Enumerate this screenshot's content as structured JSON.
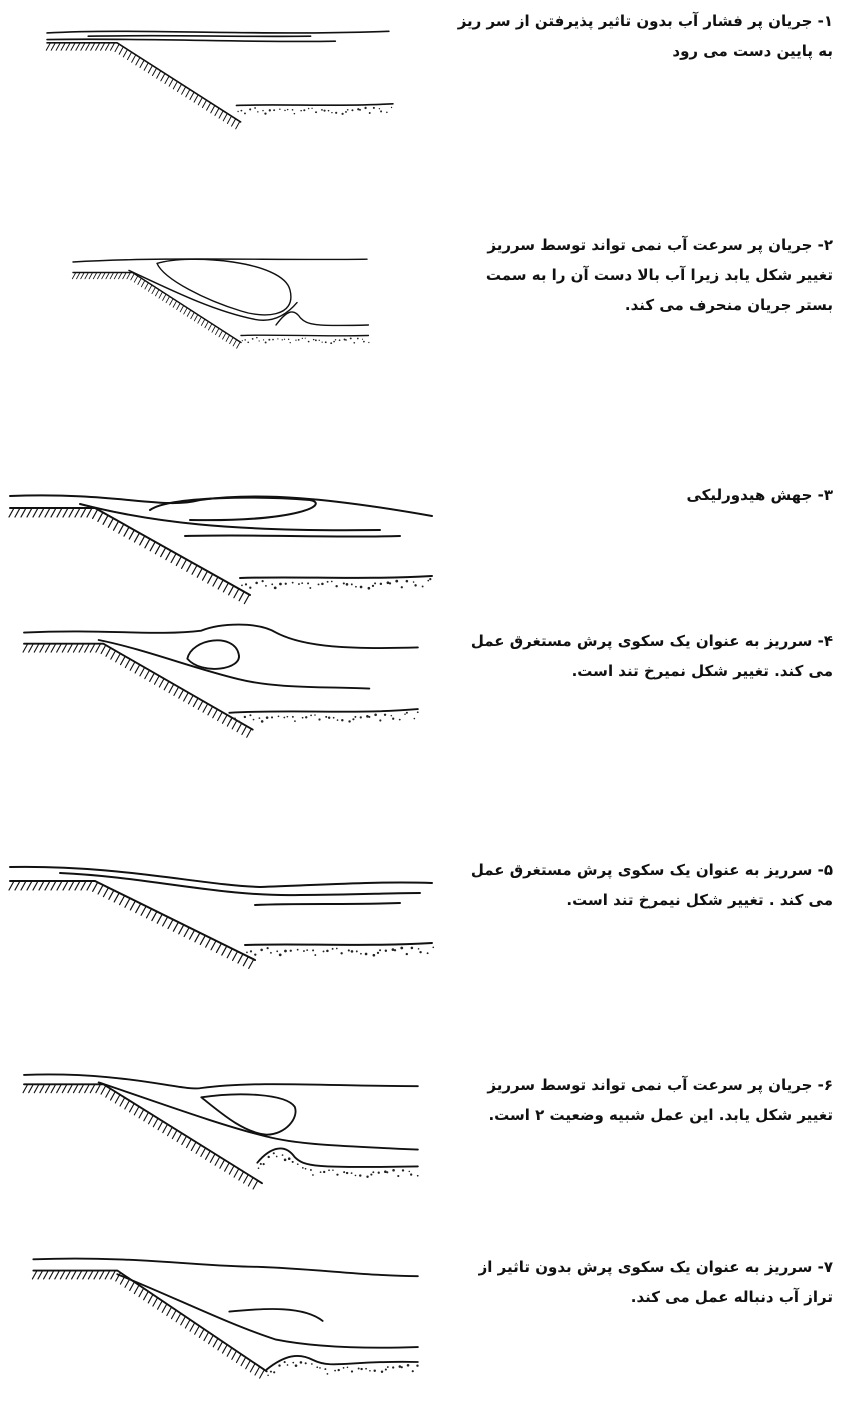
{
  "panels": [
    {
      "caption": "۱- جریان پر فشار آب بدون تاثیر پذیرفتن از سر ریز به پایین دست می رود"
    },
    {
      "caption": "۲- جریان پر سرعت آب نمی تواند توسط سرریز تغییر شکل یابد زیرا آب بالا دست آن را به سمت بستر جریان منحرف می کند."
    },
    {
      "caption": "۳- جهش هیدورلیکی"
    },
    {
      "caption": "۴- سرریز به عنوان یک سکوی پرش مستغرق عمل می کند. تغییر شکل نمیرخ تند است."
    },
    {
      "caption": "۵- سرریز به عنوان یک سکوی پرش مستغرق عمل می کند . تغییر شکل نیمرخ تند است."
    },
    {
      "caption": "۶- جریان پر سرعت آب نمی تواند توسط سرریز تغییر شکل یابد. این عمل شبیه وضعیت ۲ است."
    },
    {
      "caption": "۷- سرریز به عنوان یک سکوی پرش بدون تاثیر از تراز آب دنباله عمل می کند."
    }
  ]
}
